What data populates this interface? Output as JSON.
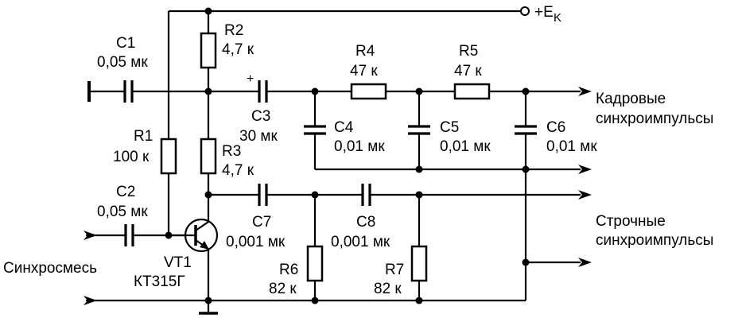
{
  "supply_label": "+E",
  "supply_sub": "K",
  "components": {
    "C1": {
      "ref": "C1",
      "value": "0,05 мк"
    },
    "C2": {
      "ref": "C2",
      "value": "0,05 мк"
    },
    "C3": {
      "ref": "C3",
      "value": "30 мк",
      "polarity": "+"
    },
    "C4": {
      "ref": "C4",
      "value": "0,01 мк"
    },
    "C5": {
      "ref": "C5",
      "value": "0,01 мк"
    },
    "C6": {
      "ref": "C6",
      "value": "0,01 мк"
    },
    "C7": {
      "ref": "C7",
      "value": "0,001 мк"
    },
    "C8": {
      "ref": "C8",
      "value": "0,001 мк"
    },
    "R1": {
      "ref": "R1",
      "value": "100 к"
    },
    "R2": {
      "ref": "R2",
      "value": "4,7 к"
    },
    "R3": {
      "ref": "R3",
      "value": "4,7 к"
    },
    "R4": {
      "ref": "R4",
      "value": "47 к"
    },
    "R5": {
      "ref": "R5",
      "value": "47 к"
    },
    "R6": {
      "ref": "R6",
      "value": "82 к"
    },
    "R7": {
      "ref": "R7",
      "value": "82 к"
    },
    "VT1": {
      "ref": "VT1",
      "type": "КТ315Г"
    }
  },
  "outputs": {
    "frame_line1": "Кадровые",
    "frame_line2": "синхроимпульсы",
    "line_line1": "Строчные",
    "line_line2": "синхроимпульсы"
  },
  "input_label": "Синхросмесь"
}
